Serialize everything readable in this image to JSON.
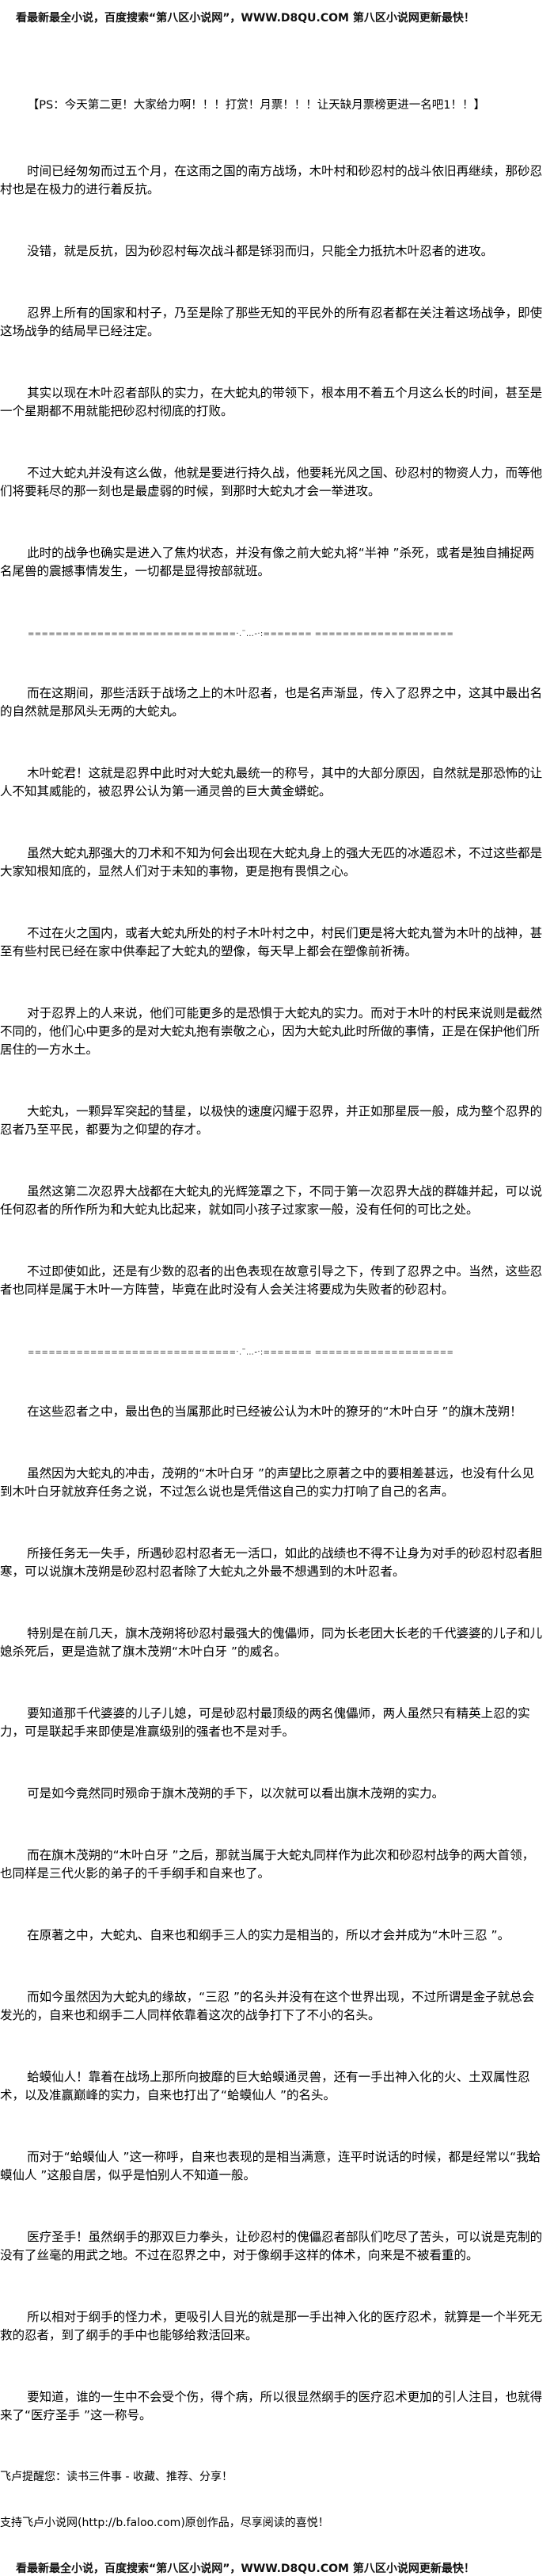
{
  "banner": "看最新最全小说，百度搜索“第八区小说网”，WWW.D8QU.COM 第八区小说网更新最快！",
  "ps_note": "【PS：今天第二更！大家给力啊！！！打赏！月票！！！让天缺月票榜更进一名吧1！！】",
  "blocks": [
    {
      "type": "p",
      "text": "时间已经匆匆而过五个月，在这雨之国的南方战场，木叶村和砂忍村的战斗依旧再继续，那砂忍村也是在极力的进行着反抗。"
    },
    {
      "type": "p",
      "text": "没错，就是反抗，因为砂忍村每次战斗都是铩羽而归，只能全力抵抗木叶忍者的进攻。"
    },
    {
      "type": "p",
      "text": "忍界上所有的国家和村子，乃至是除了那些无知的平民外的所有忍者都在关注着这场战争，即使这场战争的结局早已经注定。"
    },
    {
      "type": "p",
      "text": "其实以现在木叶忍者部队的实力，在大蛇丸的带领下，根本用不着五个月这么长的时间，甚至是一个星期都不用就能把砂忍村彻底的打败。"
    },
    {
      "type": "p",
      "text": "不过大蛇丸并没有这么做，他就是要进行持久战，他要耗光风之国、砂忍村的物资人力，而等他们将要耗尽的那一刻也是最虚弱的时候，到那时大蛇丸才会一举进攻。"
    },
    {
      "type": "p",
      "text": "此时的战争也确实是进入了焦灼状态，并没有像之前大蛇丸将“半神 ”杀死，或者是独自捕捉两名尾兽的震撼事情发生，一切都是显得按部就班。"
    },
    {
      "type": "sep",
      "text": "==============================·.¨…-·:======= ===================="
    },
    {
      "type": "p",
      "text": "而在这期间，那些活跃于战场之上的木叶忍者，也是名声渐显，传入了忍界之中，这其中最出名的自然就是那风头无两的大蛇丸。"
    },
    {
      "type": "p",
      "text": "木叶蛇君！这就是忍界中此时对大蛇丸最统一的称号，其中的大部分原因，自然就是那恐怖的让人不知其威能的，被忍界公认为第一通灵兽的巨大黄金蟒蛇。"
    },
    {
      "type": "p",
      "text": "虽然大蛇丸那强大的刀术和不知为何会出现在大蛇丸身上的强大无匹的冰遁忍术，不过这些都是大家知根知底的，显然人们对于未知的事物，更是抱有畏惧之心。"
    },
    {
      "type": "p",
      "text": "不过在火之国内，或者大蛇丸所处的村子木叶村之中，村民们更是将大蛇丸誉为木叶的战神，甚至有些村民已经在家中供奉起了大蛇丸的塑像，每天早上都会在塑像前祈祷。"
    },
    {
      "type": "p",
      "text": "对于忍界上的人来说，他们可能更多的是恐惧于大蛇丸的实力。而对于木叶的村民来说则是截然不同的，他们心中更多的是对大蛇丸抱有崇敬之心，因为大蛇丸此时所做的事情，正是在保护他们所居住的一方水土。"
    },
    {
      "type": "p",
      "text": "大蛇丸，一颗异军突起的彗星，以极快的速度闪耀于忍界，并正如那星辰一般，成为整个忍界的忍者乃至平民，都要为之仰望的存才。"
    },
    {
      "type": "p",
      "text": "虽然这第二次忍界大战都在大蛇丸的光辉笼罩之下，不同于第一次忍界大战的群雄并起，可以说任何忍者的所作所为和大蛇丸比起来，就如同小孩子过家家一般，没有任何的可比之处。"
    },
    {
      "type": "p",
      "text": "不过即使如此，还是有少数的忍者的出色表现在故意引导之下，传到了忍界之中。当然，这些忍者也同样是属于木叶一方阵营，毕竟在此时没有人会关注将要成为失败者的砂忍村。"
    },
    {
      "type": "sep",
      "text": "==============================·.¨…-·:======= ===================="
    },
    {
      "type": "p",
      "text": "在这些忍者之中，最出色的当属那此时已经被公认为木叶的獠牙的“木叶白牙 ”的旗木茂朔！"
    },
    {
      "type": "p",
      "text": "虽然因为大蛇丸的冲击，茂朔的“木叶白牙 ”的声望比之原著之中的要相差甚远，也没有什么见到木叶白牙就放弃任务之说，不过怎么说也是凭借这自己的实力打响了自己的名声。"
    },
    {
      "type": "p",
      "text": "所接任务无一失手，所遇砂忍村忍者无一活口，如此的战绩也不得不让身为对手的砂忍村忍者胆寒，可以说旗木茂朔是砂忍村忍者除了大蛇丸之外最不想遇到的木叶忍者。"
    },
    {
      "type": "p",
      "text": "特别是在前几天，旗木茂朔将砂忍村最强大的傀儡师，同为长老团大长老的千代婆婆的儿子和儿媳杀死后，更是造就了旗木茂朔“木叶白牙 ”的威名。"
    },
    {
      "type": "p",
      "text": "要知道那千代婆婆的儿子儿媳，可是砂忍村最顶级的两名傀儡师，两人虽然只有精英上忍的实力，可是联起手来即使是准赢级别的强者也不是对手。"
    },
    {
      "type": "p",
      "text": "可是如今竟然同时殒命于旗木茂朔的手下，以次就可以看出旗木茂朔的实力。"
    },
    {
      "type": "p",
      "text": "而在旗木茂朔的“木叶白牙 ”之后，那就当属于大蛇丸同样作为此次和砂忍村战争的两大首领，也同样是三代火影的弟子的千手纲手和自来也了。"
    },
    {
      "type": "p",
      "text": "在原著之中，大蛇丸、自来也和纲手三人的实力是相当的，所以才会并成为“木叶三忍 ”。"
    },
    {
      "type": "p",
      "text": "而如今虽然因为大蛇丸的缘故，“三忍 ”的名头并没有在这个世界出现，不过所谓是金子就总会发光的，自来也和纲手二人同样依靠着这次的战争打下了不小的名头。"
    },
    {
      "type": "p",
      "text": "蛤蟆仙人！靠着在战场上那所向披靡的巨大蛤蟆通灵兽，还有一手出神入化的火、土双属性忍术，以及准赢巅峰的实力，自来也打出了“蛤蟆仙人 ”的名头。"
    },
    {
      "type": "p",
      "text": "而对于“蛤蟆仙人 ”这一称呼，自来也表现的是相当满意，连平时说话的时候，都是经常以“我蛤蟆仙人 ”这般自居，似乎是怕别人不知道一般。"
    },
    {
      "type": "p",
      "text": "医疗圣手！虽然纲手的那双巨力拳头，让砂忍村的傀儡忍者部队们吃尽了苦头，可以说是克制的没有了丝毫的用武之地。不过在忍界之中，对于像纲手这样的体术，向来是不被看重的。"
    },
    {
      "type": "p",
      "text": "所以相对于纲手的怪力术，更吸引人目光的就是那一手出神入化的医疗忍术，就算是一个半死无救的忍者，到了纲手的手中也能够给救活回来。"
    },
    {
      "type": "p",
      "text": "要知道，谁的一生中不会受个伤，得个病，所以很显然纲手的医疗忍术更加的引人注目，也就得来了“医疗圣手 ”这一称号。"
    }
  ],
  "footer": {
    "reminder": "飞卢提醒您：读书三件事 - 收藏、推荐、分享！",
    "support": "支持飞卢小说网(http://b.faloo.com)原创作品，尽享阅读的喜悦！"
  }
}
